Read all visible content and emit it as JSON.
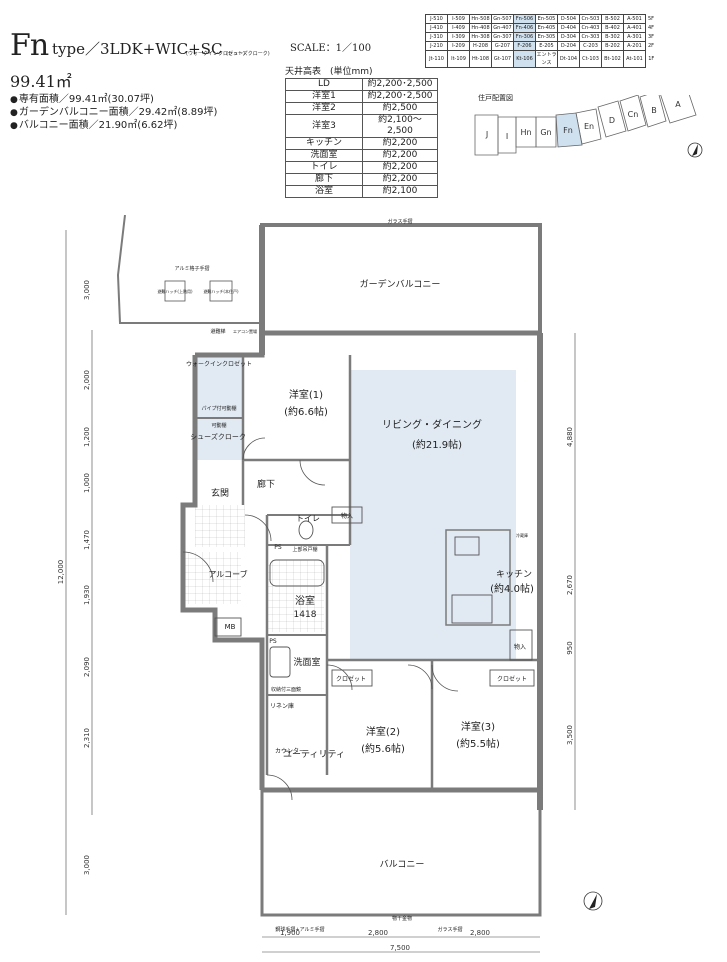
{
  "header": {
    "type_name": "Fn",
    "type_layout": "type／3LDK+WIC+SC",
    "wic_note": "(ウォークインクロゼット)",
    "sc_note": "(シューズクローク)",
    "scale": "SCALE：1／100"
  },
  "areas": {
    "total": "99.41㎡",
    "items": [
      "専有面積／99.41㎡(30.07坪)",
      "ガーデンバルコニー面積／29.42㎡(8.89坪)",
      "バルコニー面積／21.90㎡(6.62坪)"
    ]
  },
  "ceiling": {
    "caption": "天井高表　(単位mm)",
    "rows": [
      {
        "room": "LD",
        "height": "約2,200･2,500"
      },
      {
        "room": "洋室1",
        "height": "約2,200･2,500"
      },
      {
        "room": "洋室2",
        "height": "約2,500"
      },
      {
        "room": "洋室3",
        "height": "約2,100～2,500"
      },
      {
        "room": "キッチン",
        "height": "約2,200"
      },
      {
        "room": "洗面室",
        "height": "約2,200"
      },
      {
        "room": "トイレ",
        "height": "約2,200"
      },
      {
        "room": "廊下",
        "height": "約2,200"
      },
      {
        "room": "浴室",
        "height": "約2,100"
      }
    ]
  },
  "unit_grid": {
    "rows": [
      {
        "cells": [
          "J-510",
          "I-509",
          "Hn-508",
          "Gn-507",
          "Fn-506",
          "En-505",
          "D-504",
          "Cn-503",
          "B-502",
          "A-501"
        ],
        "floor": "5F"
      },
      {
        "cells": [
          "J-410",
          "I-409",
          "Hn-408",
          "Gn-407",
          "Fn-406",
          "En-405",
          "D-404",
          "Cn-403",
          "B-402",
          "A-401"
        ],
        "floor": "4F"
      },
      {
        "cells": [
          "J-310",
          "I-309",
          "Hn-308",
          "Gn-307",
          "Fn-306",
          "En-305",
          "D-304",
          "Cn-303",
          "B-302",
          "A-301"
        ],
        "floor": "3F"
      },
      {
        "cells": [
          "J-210",
          "I-209",
          "H-208",
          "G-207",
          "F-206",
          "E-205",
          "D-204",
          "C-203",
          "B-202",
          "A-201"
        ],
        "floor": "2F"
      },
      {
        "cells": [
          "Jt-110",
          "It-109",
          "Ht-108",
          "Gt-107",
          "Kt-106",
          "エントランス",
          "Dt-104",
          "Ct-103",
          "Bt-102",
          "At-101"
        ],
        "floor": "1F"
      }
    ],
    "highlight_col": 4,
    "highlight_color": "#cfe0ee"
  },
  "keymap": {
    "label": "住戸配置図",
    "units": [
      "J",
      "I",
      "Hn",
      "Gn",
      "Fn",
      "En",
      "D",
      "Cn",
      "B",
      "A"
    ],
    "highlight": "Fn",
    "north": "N"
  },
  "plan": {
    "colors": {
      "wall": "#7b7b7b",
      "highlight": "#e1eaf3"
    },
    "labels": {
      "glass_rail_top": "ガラス手摺",
      "garden_balcony": "ガーデンバルコニー",
      "alumi_rail": "アルミ格子手摺",
      "emergency_hatch": "避難ハッチ(上階用)",
      "fire_hatch": "避難ハッチ(本住戸)",
      "evac_label": "避難梯",
      "rooftop": "エアコン置場",
      "walkin": "ウォークインクロゼット",
      "pipe_space": "パイプ付可動棚",
      "movable_shelf": "可動棚",
      "shoes_cloak": "シューズクローク",
      "entrance": "玄関",
      "hallway": "廊下",
      "room1": "洋室(1)",
      "room1_size": "(約6.6帖)",
      "living": "リビング・ダイニング",
      "living_size": "(約21.9帖)",
      "toilet": "トイレ",
      "storage1": "物入",
      "storage2": "物入",
      "ps1": "PS",
      "ps2": "PS",
      "upper_shelf": "上部吊戸棚",
      "alcove": "アルコーブ",
      "mb": "MB",
      "bath": "浴室",
      "bath_size": "1418",
      "washroom": "洗面室",
      "wash_shelf": "収納付三面鏡",
      "linen": "リネン庫",
      "utility": "ユーティリティ",
      "counter": "カウンター",
      "kitchen": "キッチン",
      "kitchen_size": "(約4.0帖)",
      "closet2": "クロゼット",
      "closet3": "クロゼット",
      "room2": "洋室(2)",
      "room2_size": "(約5.6帖)",
      "room3": "洋室(3)",
      "room3_size": "(約5.5帖)",
      "balcony": "バルコニー",
      "bottom_rail": "物干金物",
      "bottom_rail_left": "鋼球手摺+アルミ手摺",
      "bottom_rail_right": "ガラス手摺",
      "fridge": "冷蔵庫",
      "north": "N"
    },
    "dims_left": [
      "3,000",
      "2,000",
      "1,200",
      "1,000",
      "1,470",
      "1,930",
      "2,090",
      "2,310",
      "3,000"
    ],
    "dim_left_total": "12,000",
    "dims_right": [
      "4,880",
      "2,670",
      "950",
      "3,500"
    ],
    "dims_bottom": [
      "1,900",
      "2,800",
      "2,800"
    ],
    "dim_bottom_total": "7,500"
  }
}
